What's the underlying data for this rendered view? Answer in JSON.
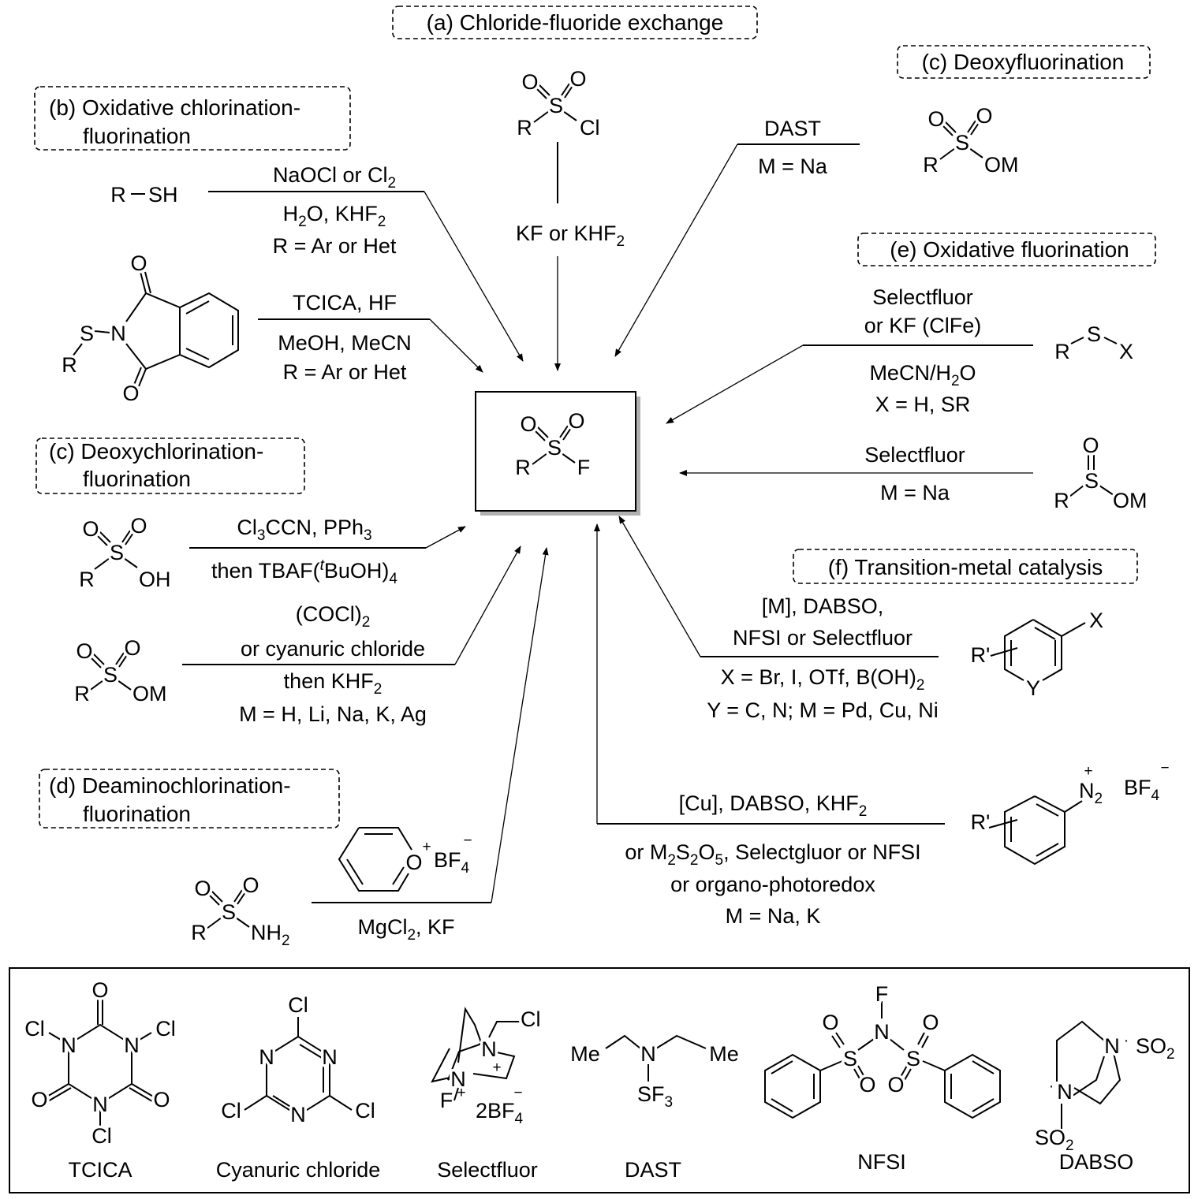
{
  "sections": {
    "a": "(a) Chloride-fluoride exchange",
    "b": [
      "(b) Oxidative chlorination-",
      "fluorination"
    ],
    "c_deoxyfluorination": "(c) Deoxyfluorination",
    "c_deoxychlorination": [
      "(c) Deoxychlorination-",
      "fluorination"
    ],
    "d": [
      "(d) Deaminochlorination-",
      "fluorination"
    ],
    "e": "(e) Oxidative fluorination",
    "f": "(f) Transition-metal catalysis"
  },
  "atoms": {
    "O": "O",
    "S": "S",
    "R": "R",
    "F": "F",
    "Cl": "Cl",
    "OM": "OM",
    "OH": "OH",
    "N": "N",
    "NH": "NH",
    "two": "2",
    "SH": "SH",
    "dash_bond": "—",
    "X": "X",
    "Y": "Y",
    "Rp": "R'",
    "Me": "Me",
    "SF": "SF",
    "three": "3",
    "four": "4",
    "plus": "+",
    "minus": "−",
    "BF": "BF",
    "twoBF": "2BF",
    "SO": "SO",
    "dot": "·"
  },
  "conditions": {
    "a": [
      "KF or KHF",
      "2"
    ],
    "b_thiol": {
      "above": [
        "NaOCl or Cl",
        "2"
      ],
      "below1": [
        "H",
        "2",
        "O, KHF",
        "2"
      ],
      "below2": "R = Ar or Het"
    },
    "b_phth": {
      "above": "TCICA, HF",
      "below1": "MeOH, MeCN",
      "below2": "R = Ar or Het"
    },
    "c_deoxyF": {
      "above": "DAST",
      "below": "M = Na"
    },
    "e_thiol": {
      "above1": "Selectfluor",
      "above2": "or KF (ClFe)",
      "below1": [
        "MeCN/H",
        "2",
        "O"
      ],
      "below2": "X = H, SR"
    },
    "e_sulfinate": {
      "above": "Selectfluor",
      "below": "M = Na"
    },
    "c_acid": {
      "above": [
        "Cl",
        "3",
        "CCN, PPh",
        "3"
      ],
      "below": [
        "then TBAF(",
        "t",
        "BuOH)",
        "4"
      ]
    },
    "c_salt": {
      "above1": [
        "(COCl)",
        "2"
      ],
      "above2": "or cyanuric chloride",
      "below1": [
        "then KHF",
        "2"
      ],
      "below2": "M = H, Li, Na, K, Ag"
    },
    "d": {
      "below": [
        "MgCl",
        "2",
        ", KF"
      ]
    },
    "f": {
      "above1": "[M], DABSO,",
      "above2": "NFSI or Selectfluor",
      "below1": [
        "X = Br, I, OTf, B(OH)",
        "2"
      ],
      "below2": "Y = C, N; M = Pd, Cu, Ni"
    },
    "diazo": {
      "above": [
        "[Cu], DABSO, KHF",
        "2"
      ],
      "below1": [
        "or M",
        "2",
        "S",
        "2",
        "O",
        "5",
        ", Selectgluor or NFSI"
      ],
      "below2": "or organo-photoredox",
      "below3": "M = Na, K"
    }
  },
  "reagents": [
    "TCICA",
    "Cyanuric chloride",
    "Selectfluor",
    "DAST",
    "NFSI",
    "DABSO"
  ]
}
